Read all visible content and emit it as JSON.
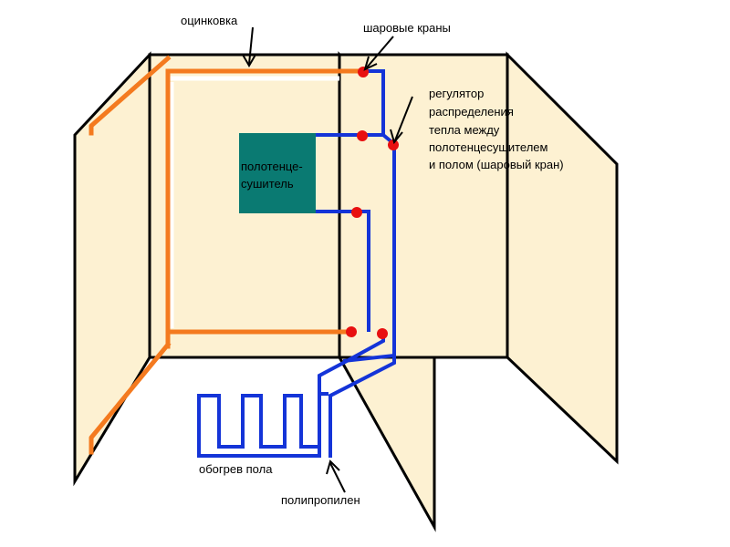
{
  "labels": {
    "galvanized": "оцинковка",
    "ball_valves": "шаровые краны",
    "regulator_1": "регулятор",
    "regulator_2": "распределения",
    "regulator_3": "тепла между",
    "regulator_4": "полотенцесушителем",
    "regulator_5": "и полом (шаровый кран)",
    "towel_dryer_1": "полотенце-",
    "towel_dryer_2": "сушитель",
    "floor_heating": "обогрев пола",
    "polypropylene": "полипропилен"
  },
  "colors": {
    "wall_fill": "#fdf1d2",
    "wall_outline": "#000000",
    "galvanized_pipe": "#f47a1f",
    "polypropylene_pipe": "#1434d8",
    "valve": "#e81010",
    "towel_dryer": "#0a7a72"
  }
}
